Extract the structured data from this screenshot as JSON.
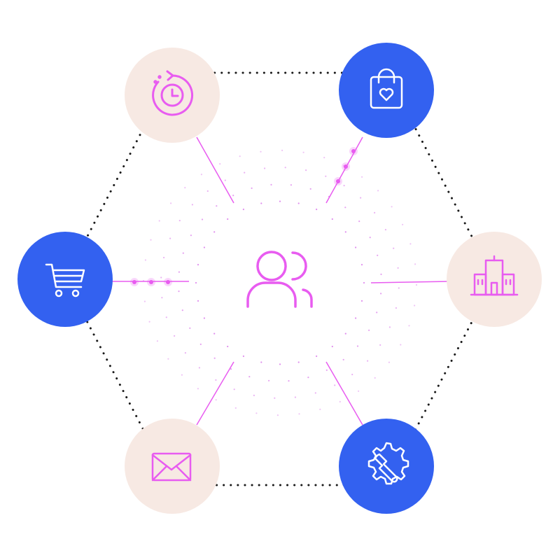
{
  "colors": {
    "blue_fill": "#3361f0",
    "peach_fill": "#f7e9e3",
    "magenta": "#e85cf0",
    "white": "#ffffff",
    "dotted_border": "#1a1a1a",
    "radial_dots": "#d66ae8"
  },
  "center": {
    "icon": "users-icon"
  },
  "nodes": [
    {
      "id": "history",
      "icon": "clock-refresh-icon",
      "style": "peach"
    },
    {
      "id": "shopping-bag",
      "icon": "shopping-bag-heart-icon",
      "style": "blue"
    },
    {
      "id": "building",
      "icon": "building-icon",
      "style": "peach"
    },
    {
      "id": "settings",
      "icon": "gear-wrench-icon",
      "style": "blue"
    },
    {
      "id": "email",
      "icon": "envelope-icon",
      "style": "peach"
    },
    {
      "id": "cart",
      "icon": "shopping-cart-icon",
      "style": "blue"
    }
  ]
}
